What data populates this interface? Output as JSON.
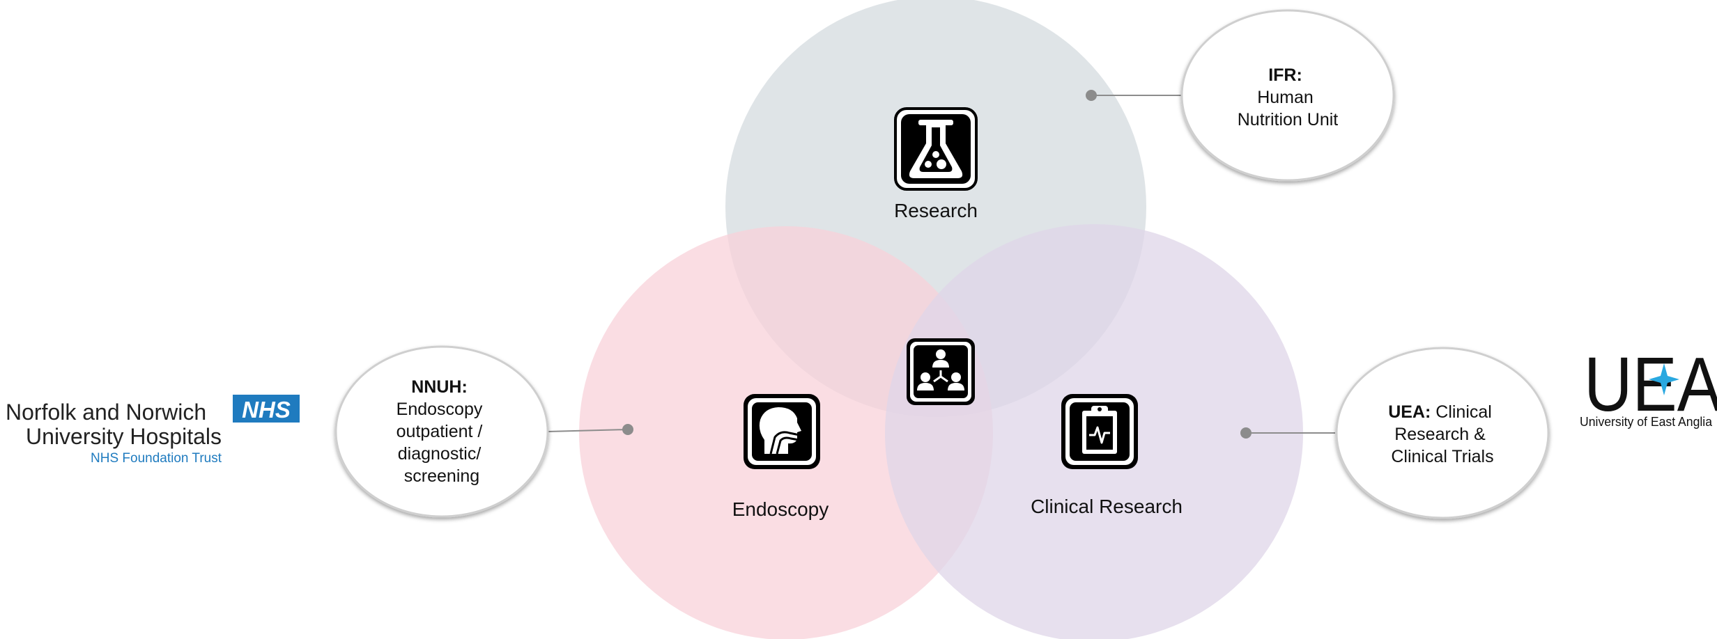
{
  "diagram": {
    "circles": [
      {
        "id": "research",
        "label": "Research",
        "color": "#d9dfe3",
        "icon": "flask-icon"
      },
      {
        "id": "endoscopy",
        "label": "Endoscopy",
        "color": "#f8d2da",
        "icon": "head-profile-icon"
      },
      {
        "id": "clinical",
        "label": "Clinical Research",
        "color": "#dfd6e8",
        "icon": "clipboard-pulse-icon"
      }
    ],
    "center_icon": "team-network-icon",
    "callouts": {
      "ifr": {
        "bold": "IFR:",
        "lines": [
          "Human",
          "Nutrition Unit"
        ]
      },
      "nnuh": {
        "bold": "NNUH:",
        "lines": [
          "Endoscopy",
          "outpatient  /",
          "diagnostic/",
          "screening"
        ]
      },
      "uea": {
        "bold": "UEA:",
        "first_rest": " Clinical",
        "lines": [
          "Research &",
          "Clinical Trials"
        ]
      }
    }
  },
  "logos": {
    "nnuh": {
      "line1": "Norfolk and Norwich",
      "line2": "University Hospitals",
      "badge": "NHS",
      "trust": "NHS Foundation Trust",
      "badge_color": "#1f7bbf",
      "trust_color": "#1f7bbf"
    },
    "uea": {
      "mark": "UEA",
      "caption": "University of East Anglia",
      "star_color": "#29a8e0"
    }
  }
}
